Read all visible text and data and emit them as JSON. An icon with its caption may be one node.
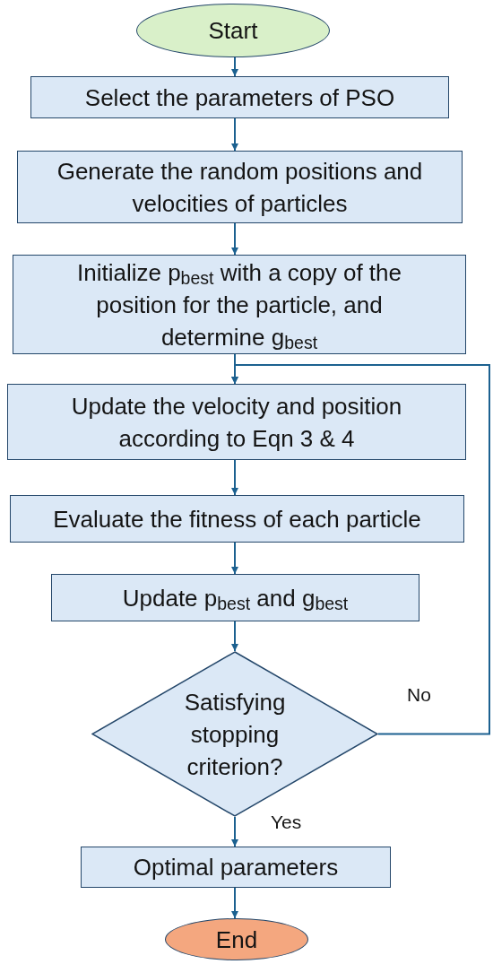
{
  "diagram": {
    "nodes": [
      {
        "text": [
          "Start"
        ]
      },
      {
        "text": [
          "Select the parameters of PSO"
        ]
      },
      {
        "text": [
          "Generate the random positions and velocities of particles"
        ]
      },
      {
        "text": [
          "Initialize p$_{best}$ with a copy of the position for the particle, and determine g$_{best}$"
        ]
      },
      {
        "text": [
          "Update the velocity and position according to Eqn 3 & 4"
        ]
      },
      {
        "text": [
          "Evaluate the fitness of each particle"
        ]
      },
      {
        "text": [
          "Update p$_{best}$ and g$_{best}$"
        ]
      },
      {
        "text": [
          "Satisfying stopping criterion?"
        ]
      },
      {
        "text": [
          "Optimal parameters"
        ]
      },
      {
        "text": [
          "End"
        ]
      }
    ],
    "edges": [
      {
        "from": 0,
        "to": 1,
        "arrow": "to"
      },
      {
        "from": 1,
        "to": 2,
        "arrow": "to"
      },
      {
        "from": 2,
        "to": 3,
        "arrow": "to"
      },
      {
        "from": 3,
        "to": 4,
        "arrow": "to"
      },
      {
        "from": 4,
        "to": 5,
        "arrow": "to"
      },
      {
        "from": 5,
        "to": 6,
        "arrow": "to"
      },
      {
        "from": 6,
        "to": 7,
        "arrow": "to"
      },
      {
        "from": 7,
        "to": 8,
        "arrow": "to",
        "label": "Yes"
      },
      {
        "from": 8,
        "to": 9,
        "arrow": "to"
      },
      {
        "from": 7,
        "to": 4,
        "arrow": "to",
        "label": "No"
      }
    ]
  }
}
